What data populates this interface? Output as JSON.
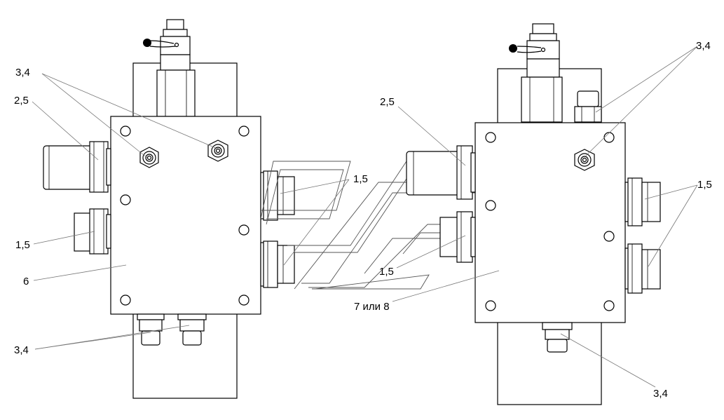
{
  "labels": {
    "left_top_fittings": "3,4",
    "left_side_fitting": "2,5",
    "left_side_lower": "1,5",
    "left_body": "6",
    "left_bottom_fittings": "3,4",
    "right_top_fittings": "3,4",
    "right_side_fitting": "2,5",
    "center_upper": "1,5",
    "center_lower": "1,5",
    "right_side_fittings": "1,5",
    "right_body": "7 или 8",
    "right_bottom_fitting": "3,4"
  }
}
